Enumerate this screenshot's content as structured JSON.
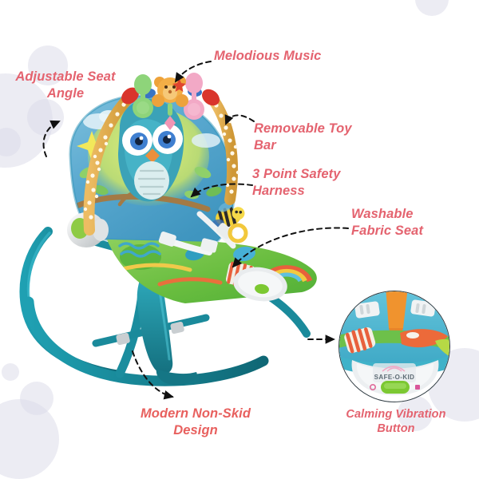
{
  "page": {
    "type": "product-feature-infographic",
    "product": "baby bouncer rocker seat",
    "background_color": "#ffffff",
    "label_color": "#e4636f",
    "accent_warm_color": "#e8605e",
    "frame_color": "#1f93a6",
    "bubble_color": "#dcdcea"
  },
  "labels": {
    "adjustable_seat_angle": "Adjustable Seat\nAngle",
    "melodious_music": "Melodious Music",
    "removable_toy_bar": "Removable Toy\nBar",
    "three_point_safety_harness": "3 Point Safety\nHarness",
    "washable_fabric_seat": "Washable\nFabric Seat",
    "modern_non_skid_design": "Modern Non-Skid\nDesign",
    "calming_vibration_button": "Calming Vibration\nButton"
  },
  "inset": {
    "brand_text": "SAFE-O-KID",
    "button_color": "#7cc832",
    "panel_color": "#e9ecee"
  },
  "product_colors": {
    "frame": "#1f93a6",
    "frame_dark": "#15707f",
    "seat_blue": "#5fa8cf",
    "seat_green": "#74c04a",
    "toy_bar": "#e0a94a",
    "toy_green": "#8ed47a",
    "toy_pink": "#f0a8c4",
    "toy_bear": "#f0a83c",
    "connector_grey": "#c6cacc",
    "owl_body": "#3d9fb5",
    "bee_yellow": "#f2d23a"
  }
}
